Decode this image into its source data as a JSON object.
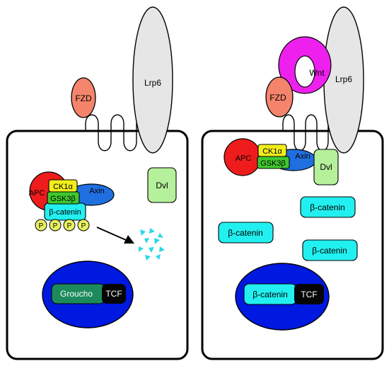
{
  "labels": {
    "fzd": "FZD",
    "lrp6": "Lrp6",
    "wnt": "Wnt",
    "dvl": "Dvl",
    "apc": "APC",
    "ck1a": "CK1α",
    "gsk3b": "GSK3β",
    "axin": "Axin",
    "beta_catenin": "β-catenin",
    "phospho": "P",
    "groucho": "Groucho",
    "tcf": "TCF"
  },
  "colors": {
    "fzd": "#f4846b",
    "lrp6": "#e6e6e6",
    "wnt": "#ee20ee",
    "dvl": "#b5f09a",
    "apc": "#ee1c1c",
    "ck1a": "#f2ee1c",
    "gsk3b": "#40c82e",
    "axin": "#1f6fe0",
    "beta_catenin": "#22f0f0",
    "phospho": "#e8f060",
    "nucleus": "#0019e0",
    "groucho": "#1d8a5c",
    "tcf": "#050505",
    "fragments": "#2ad8e8"
  }
}
